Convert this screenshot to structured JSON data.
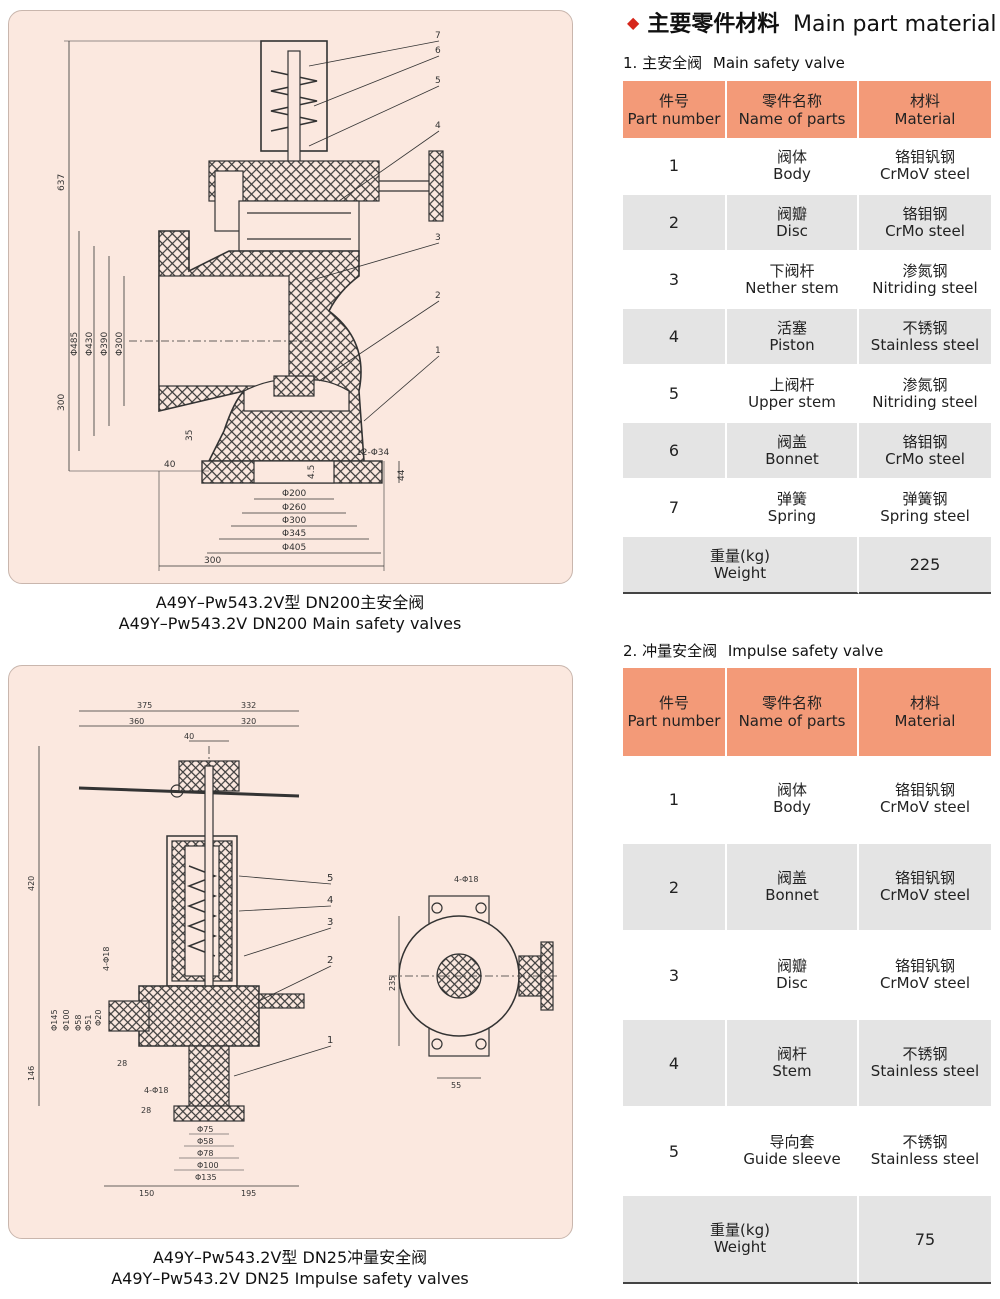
{
  "drawing1": {
    "caption_cn": "A49Y–Pw543.2V型  DN200主安全阀",
    "caption_en": "A49Y–Pw543.2V DN200 Main safety valves",
    "dims": [
      "637",
      "300",
      "Φ485",
      "Φ430",
      "Φ390",
      "Φ300",
      "40",
      "4.5",
      "12-Φ34",
      "44",
      "Φ200",
      "Φ260",
      "Φ300",
      "Φ345",
      "Φ405",
      "300",
      "35"
    ],
    "callouts": [
      "7",
      "6",
      "5",
      "4",
      "3",
      "2",
      "1"
    ]
  },
  "drawing2": {
    "caption_cn": "A49Y–Pw543.2V型  DN25冲量安全阀",
    "caption_en": "A49Y–Pw543.2V DN25 Impulse safety valves",
    "dims": [
      "375",
      "332",
      "360",
      "320",
      "40",
      "420",
      "146",
      "4-Φ18",
      "Φ145",
      "Φ100",
      "Φ58",
      "Φ51",
      "Φ20",
      "28",
      "4-Φ18",
      "28",
      "Φ75",
      "Φ58",
      "Φ78",
      "Φ100",
      "Φ135",
      "150",
      "195",
      "4-Φ18",
      "235",
      "55"
    ],
    "callouts": [
      "5",
      "4",
      "3",
      "2",
      "1"
    ]
  },
  "section": {
    "title_cn": "主要零件材料",
    "title_en": "Main part material"
  },
  "table1": {
    "title_cn": "1. 主安全阀",
    "title_en": "Main safety valve",
    "headers": [
      {
        "cn": "件号",
        "en": "Part number"
      },
      {
        "cn": "零件名称",
        "en": "Name of parts"
      },
      {
        "cn": "材料",
        "en": "Material"
      }
    ],
    "rows": [
      {
        "no": "1",
        "name_cn": "阀体",
        "name_en": "Body",
        "mat_cn": "铬钼钒钢",
        "mat_en": "CrMoV steel"
      },
      {
        "no": "2",
        "name_cn": "阀瓣",
        "name_en": "Disc",
        "mat_cn": "铬钼钢",
        "mat_en": "CrMo steel"
      },
      {
        "no": "3",
        "name_cn": "下阀杆",
        "name_en": "Nether stem",
        "mat_cn": "渗氮钢",
        "mat_en": "Nitriding steel"
      },
      {
        "no": "4",
        "name_cn": "活塞",
        "name_en": "Piston",
        "mat_cn": "不锈钢",
        "mat_en": "Stainless steel"
      },
      {
        "no": "5",
        "name_cn": "上阀杆",
        "name_en": "Upper stem",
        "mat_cn": "渗氮钢",
        "mat_en": "Nitriding steel"
      },
      {
        "no": "6",
        "name_cn": "阀盖",
        "name_en": "Bonnet",
        "mat_cn": "铬钼钢",
        "mat_en": "CrMo steel"
      },
      {
        "no": "7",
        "name_cn": "弹簧",
        "name_en": "Spring",
        "mat_cn": "弹簧钢",
        "mat_en": "Spring steel"
      }
    ],
    "weight_cn": "重量(kg)",
    "weight_en": "Weight",
    "weight_value": "225"
  },
  "table2": {
    "title_cn": "2. 冲量安全阀",
    "title_en": "Impulse safety valve",
    "headers": [
      {
        "cn": "件号",
        "en": "Part number"
      },
      {
        "cn": "零件名称",
        "en": "Name of parts"
      },
      {
        "cn": "材料",
        "en": "Material"
      }
    ],
    "rows": [
      {
        "no": "1",
        "name_cn": "阀体",
        "name_en": "Body",
        "mat_cn": "铬钼钒钢",
        "mat_en": "CrMoV steel"
      },
      {
        "no": "2",
        "name_cn": "阀盖",
        "name_en": "Bonnet",
        "mat_cn": "铬钼钒钢",
        "mat_en": "CrMoV steel"
      },
      {
        "no": "3",
        "name_cn": "阀瓣",
        "name_en": "Disc",
        "mat_cn": "铬钼钒钢",
        "mat_en": "CrMoV steel"
      },
      {
        "no": "4",
        "name_cn": "阀杆",
        "name_en": "Stem",
        "mat_cn": "不锈钢",
        "mat_en": "Stainless steel"
      },
      {
        "no": "5",
        "name_cn": "导向套",
        "name_en": "Guide sleeve",
        "mat_cn": "不锈钢",
        "mat_en": "Stainless steel"
      }
    ],
    "weight_cn": "重量(kg)",
    "weight_en": "Weight",
    "weight_value": "75"
  },
  "colors": {
    "panel_bg": "#fbe8df",
    "header_bg": "#f39a78",
    "row_alt_bg": "#e4e4e4",
    "accent": "#d6261b",
    "drawing_line": "#333333"
  }
}
